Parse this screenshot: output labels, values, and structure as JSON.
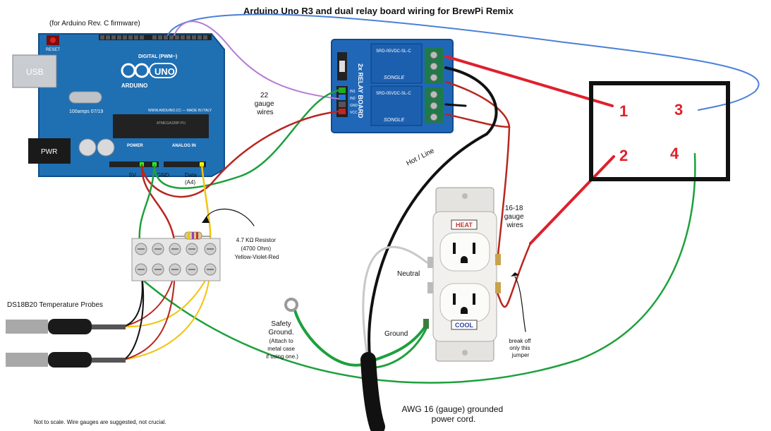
{
  "title": "Arduino Uno R3 and dual relay board wiring for BrewPi Remix",
  "firmware_note": "(for Arduino Rev. C firmware)",
  "arduino": {
    "reset_label": "RESET",
    "usb_label": "USB",
    "pwr_label": "PWR",
    "logo_text": "UNO",
    "brand_text": "ARDUINO",
    "digital_label": "DIGITAL (PWM~)",
    "power_label": "POWER",
    "analog_label": "ANALOG IN",
    "chip_label": "ATMEGA328P-PU",
    "website": "WWW.ARDUINO.CC — MADE IN ITALY",
    "crystal_label": "100amps 07/19",
    "pin_5v": "5V",
    "pin_gnd": "GND",
    "pin_data": "Data",
    "pin_data_sub": "(A4)"
  },
  "relay": {
    "board_label": "2x RELAY BOARD",
    "relay_model": "SRD-05VDC-SL-C",
    "brand": "SONGLE",
    "inputs": [
      "IN1",
      "IN2",
      "GND",
      "VCC"
    ]
  },
  "labels": {
    "wires_22": [
      "22",
      "gauge",
      "wires"
    ],
    "resistor": [
      "4.7 KΩ Resistor",
      "(4700 Ohm)",
      "Yellow-Violet-Red"
    ],
    "probes": "DS18B20 Temperature Probes",
    "hot_line": "Hot / Line",
    "neutral": "Neutral",
    "ground": "Ground",
    "safety": [
      "Safety",
      "Ground.",
      "(Attach to",
      "metal case",
      "if using one.)"
    ],
    "wires_16": [
      "16-18",
      "gauge",
      "wires"
    ],
    "break_off": [
      "break off",
      "only this",
      "jumper"
    ],
    "power_cord": [
      "AWG 16 (gauge) grounded",
      "power cord."
    ],
    "footnote": "Not to scale.  Wire gauges are suggested, not crucial."
  },
  "outlet": {
    "heat": "HEAT",
    "cool": "COOL"
  },
  "terminal_box": {
    "numbers": [
      "1",
      "3",
      "2",
      "4"
    ]
  },
  "colors": {
    "board_blue": "#1f6fb3",
    "relay_blue": "#2167b8",
    "wire_red": "#e01f2b",
    "wire_green": "#1da03c",
    "wire_yellow": "#f1c40f",
    "wire_black": "#111111",
    "wire_purple": "#b57bd6",
    "wire_blue": "#4b80d8",
    "label_red": "#e0202a"
  }
}
